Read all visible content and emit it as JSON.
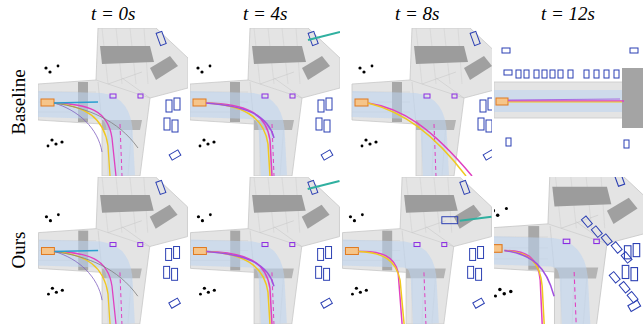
{
  "diagram": {
    "labels": [
      "t = 0s",
      "t = 4s",
      "t = 8s",
      "t = 12s",
      "Baseline",
      "Ours"
    ]
  }
}
